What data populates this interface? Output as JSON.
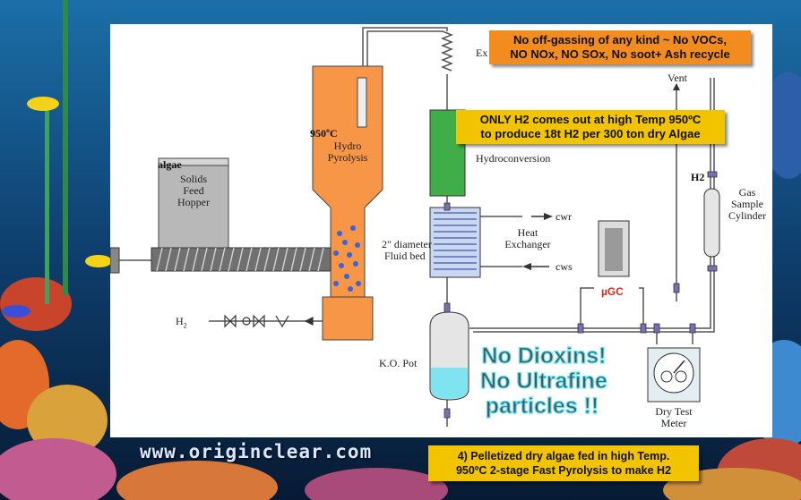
{
  "diagram": {
    "labels": {
      "temp": "950ºC",
      "reactor_line1": "Hydro",
      "reactor_line2": "Pyrolysis",
      "algae": "algae",
      "hopper_line1": "Solids",
      "hopper_line2": "Feed",
      "hopper_line3": "Hopper",
      "fluid_bed_line1": "2\" diameter",
      "fluid_bed_line2": "Fluid bed",
      "h2_inlet": "H",
      "h2_sub": "2",
      "ex": "Ex",
      "hydroconversion": "Hydroconversion",
      "heat_exchanger_line1": "Heat",
      "heat_exchanger_line2": "Exchanger",
      "cwr": "cwr",
      "cws": "cws",
      "ko_pot": "K.O. Pot",
      "ugc": "µGC",
      "vent": "Vent",
      "h2_outlet": "H2",
      "gas_sample_line1": "Gas",
      "gas_sample_line2": "Sample",
      "gas_sample_line3": "Cylinder",
      "dry_test_line1": "Dry Test",
      "dry_test_line2": "Meter"
    }
  },
  "callouts": {
    "top_line1": "No off-gassing of any kind ~ No VOCs,",
    "top_line2": "NO NOx, NO SOx, No soot+ Ash recycle",
    "mid_line1": "ONLY H2 comes out at high Temp 950ºC",
    "mid_line2": "to produce 18t H2 per 300 ton dry Algae",
    "bottom_line1": "4) Pelletized dry algae fed in high Temp.",
    "bottom_line2": "950ºC 2-stage Fast Pyrolysis to make H2"
  },
  "overlay": {
    "line1": "No Dioxins!",
    "line2": "No Ultrafine",
    "line3": "particles !!"
  },
  "footer": {
    "url": "www.originclear.com"
  },
  "colors": {
    "reactor": "#f79646",
    "hydroconversion": "#3fae49",
    "ko_pot_liquid": "#7fe4f0",
    "callout_orange": "#f28c1e",
    "callout_yellow": "#f2c400",
    "overlay_outline": "#57e6ff",
    "valve_purple": "#7a6fb5",
    "ugc_red": "#d62a20"
  }
}
